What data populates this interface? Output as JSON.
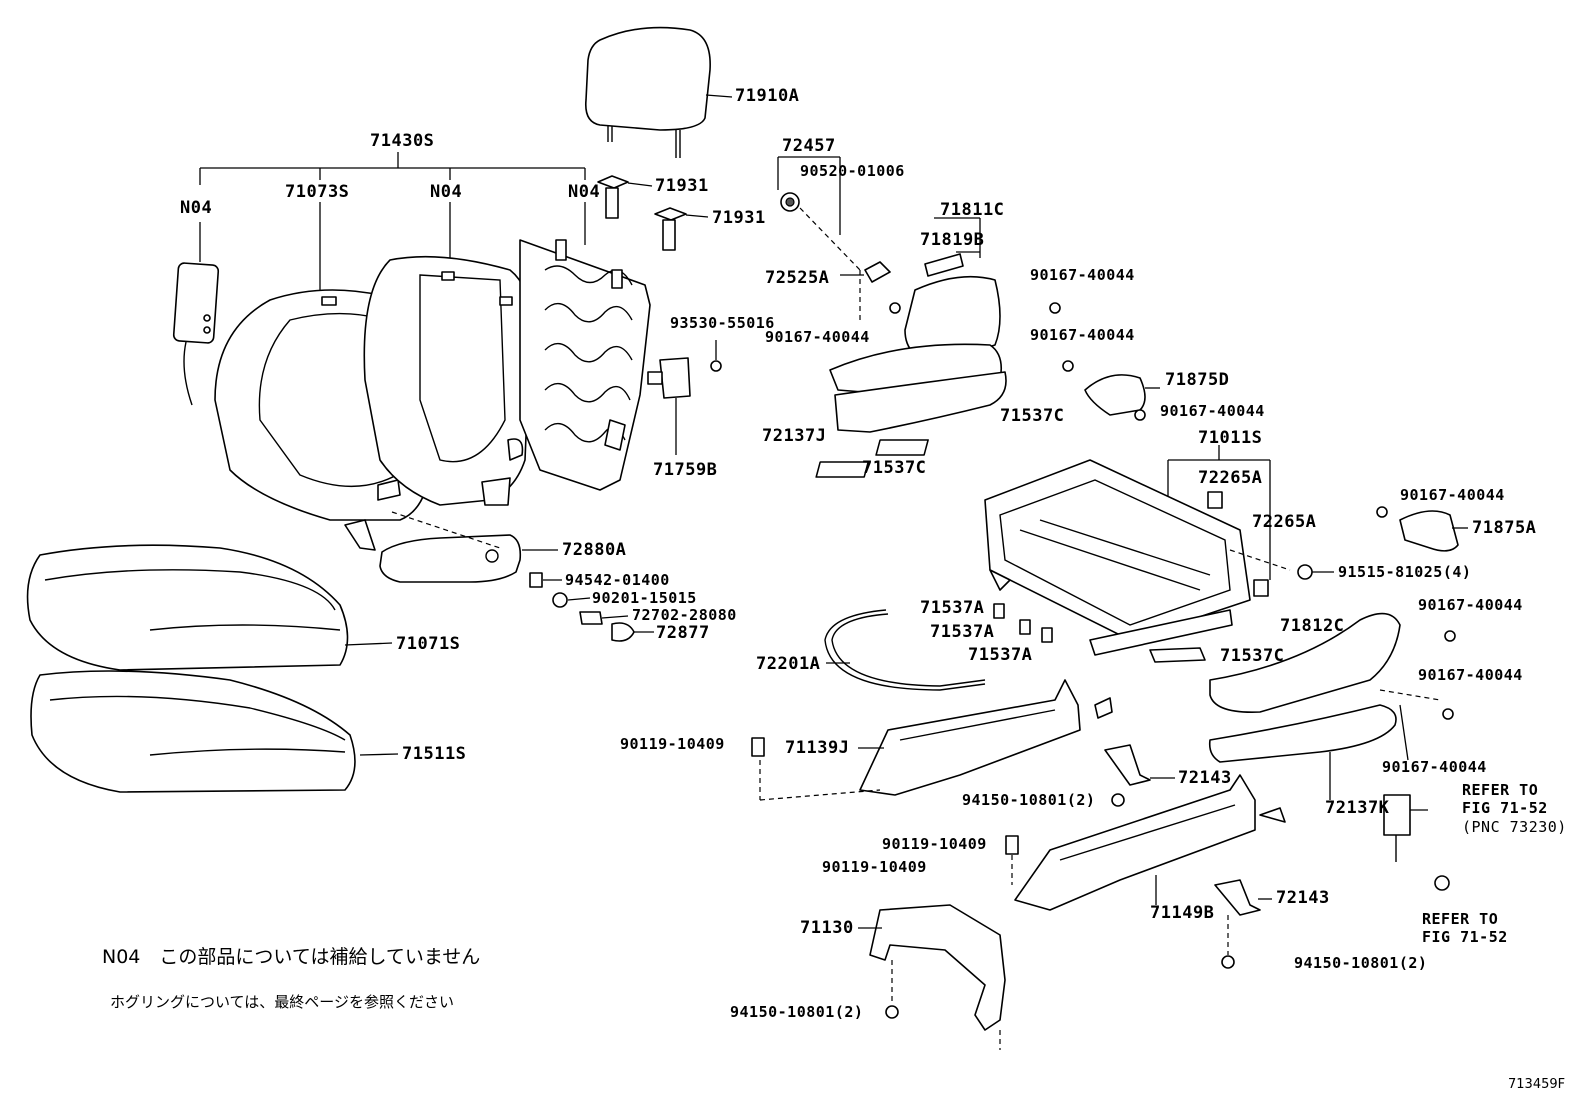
{
  "figure_code": "713459F",
  "labels": {
    "l71910A": "71910A",
    "l71430S": "71430S",
    "l71073S": "71073S",
    "n04_a": "N04",
    "n04_b": "N04",
    "n04_c": "N04",
    "l71931_a": "71931",
    "l71931_b": "71931",
    "l93530": "93530-55016",
    "l71759B": "71759B",
    "l72880A": "72880A",
    "l94542": "94542-01400",
    "l90201": "90201-15015",
    "l72702": "72702-28080",
    "l72877": "72877",
    "l71071S": "71071S",
    "l71511S": "71511S",
    "l72457": "72457",
    "l90520": "90520-01006",
    "l71811C": "71811C",
    "l71819B": "71819B",
    "l72525A": "72525A",
    "l90167_a": "90167-40044",
    "l90167_b": "90167-40044",
    "l90167_c": "90167-40044",
    "l71875D": "71875D",
    "l90167_d": "90167-40044",
    "l71537C_a": "71537C",
    "l72137J": "72137J",
    "l71537C_b": "71537C",
    "l71011S": "71011S",
    "l72265A_a": "72265A",
    "l72265A_b": "72265A",
    "l90167_e": "90167-40044",
    "l71875A": "71875A",
    "l91515": "91515-81025(4)",
    "l71537A_a": "71537A",
    "l71537A_b": "71537A",
    "l71537A_c": "71537A",
    "l71537C_c": "71537C",
    "l71812C": "71812C",
    "l90167_f": "90167-40044",
    "l90167_g": "90167-40044",
    "l72201A": "72201A",
    "l90119_a": "90119-10409",
    "l71139J": "71139J",
    "l72143_a": "72143",
    "l90167_h": "90167-40044",
    "l94150_a": "94150-10801(2)",
    "l72137K": "72137K",
    "refer1_a": "REFER TO",
    "refer1_b": "FIG 71-52",
    "refer1_c": "(PNC 73230)",
    "l90119_b": "90119-10409",
    "l90119_c": "90119-10409",
    "l71149B": "71149B",
    "l72143_b": "72143",
    "refer2_a": "REFER TO",
    "refer2_b": "FIG 71-52",
    "l71130": "71130",
    "l94150_b": "94150-10801(2)",
    "l94150_c": "94150-10801(2)"
  },
  "notes": {
    "n04_note": "N04　この部品については補給していません",
    "hog_note": "ホグリングについては、最終ページを参照ください"
  }
}
